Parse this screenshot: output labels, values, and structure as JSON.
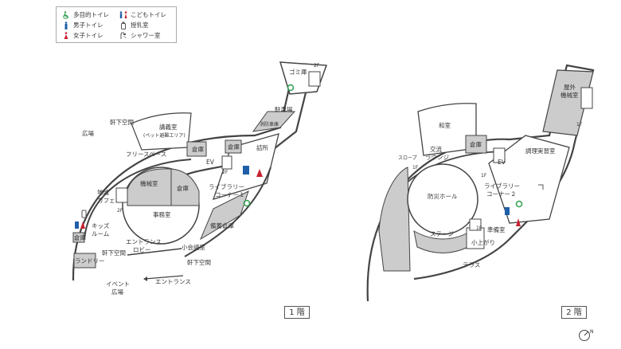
{
  "legend": {
    "items": [
      {
        "key": "multipurpose",
        "label": "多目的トイレ",
        "icon": "wheelchair-icon",
        "color": "#2e9e4f"
      },
      {
        "key": "kids",
        "label": "こどもトイレ",
        "icon": "kids-toilet-icon",
        "color": "#c8202f"
      },
      {
        "key": "men",
        "label": "男子トイレ",
        "icon": "men-icon",
        "color": "#1f5fa8"
      },
      {
        "key": "nursing",
        "label": "授乳室",
        "icon": "baby-bottle-icon",
        "color": "#555555"
      },
      {
        "key": "women",
        "label": "女子トイレ",
        "icon": "women-icon",
        "color": "#c8202f"
      },
      {
        "key": "shower",
        "label": "シャワー室",
        "icon": "shower-icon",
        "color": "#555555"
      }
    ]
  },
  "floor1": {
    "tag": "1 階",
    "labels": {
      "gomi": "ゴミ庫",
      "parking": "駐車場",
      "fire": "消防車庫",
      "office": "詰所",
      "eaves1": "軒下空間",
      "plaza": "広場",
      "lecture": "講義室",
      "lecture_sub": "(ペット避難エリア)",
      "free_space": "フリースペース",
      "storage_a": "倉庫",
      "storage_b": "倉庫",
      "ev": "EV",
      "machine": "機械室",
      "storage_c": "倉庫",
      "library1": "ライブラリー",
      "library1b": "コーナー１",
      "community_cafe": "地域",
      "community_cafe_b": "カフェ",
      "office_room": "事務室",
      "stockpile": "備蓄倉庫",
      "kids_room": "キッズ",
      "kids_room_b": "ルーム",
      "storage_d": "倉庫",
      "entrance_lobby": "エントランス",
      "entrance_lobby_b": "ロビー",
      "small_meeting": "小会議室",
      "laundry": "ランドリー",
      "eaves2": "軒下空間",
      "eaves3": "軒下空間",
      "entrance": "エントランス",
      "event_plaza": "イベント",
      "event_plaza_b": "広場",
      "stair_2f_a": "2F",
      "stair_2f_b": "2F",
      "stair_2f_c": "2F"
    }
  },
  "floor2": {
    "tag": "2 階",
    "labels": {
      "outdoor_machine": "屋外",
      "outdoor_machine_b": "機械室",
      "japanese_room": "和室",
      "storage": "倉庫",
      "exchange_lounge": "交流",
      "exchange_lounge_b": "ラウンジ",
      "slope": "スロープ",
      "cooking": "調理実習室",
      "ev": "EV",
      "disaster_hall": "防災ホール",
      "library2": "ライブラリー",
      "library2b": "コーナー２",
      "stage": "ステージ",
      "prep_room": "準備室",
      "small_up": "小上がり",
      "terrace": "テラス",
      "stair_1f_a": "1F",
      "stair_1f_b": "1F",
      "stair_1f_c": "1F",
      "stair_1f_d": "1F"
    }
  },
  "compass": {
    "label": "N"
  }
}
